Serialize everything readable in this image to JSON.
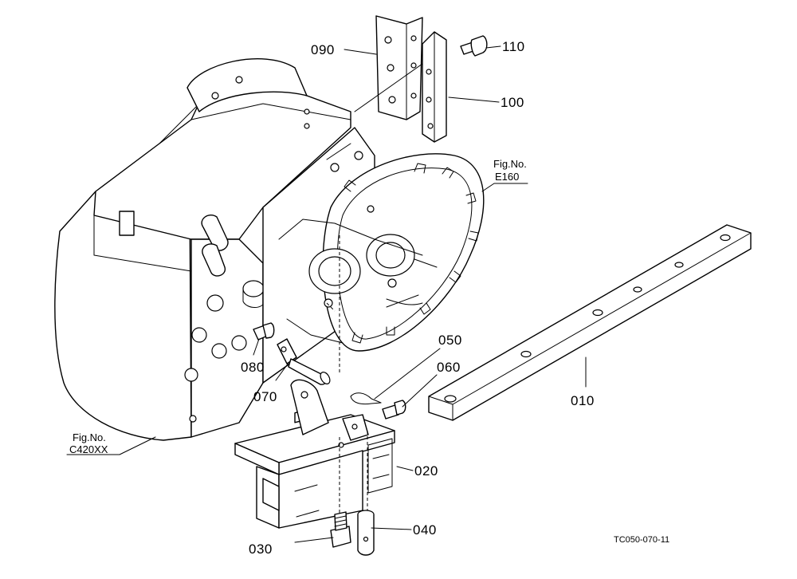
{
  "callouts": {
    "p010": "010",
    "p020": "020",
    "p030": "030",
    "p040": "040",
    "p050": "050",
    "p060": "060",
    "p070": "070",
    "p080": "080",
    "p090": "090",
    "p100": "100",
    "p110": "110"
  },
  "figure_refs": {
    "e160": {
      "line1": "Fig.No.",
      "line2": "E160"
    },
    "c420xx": {
      "line1": "Fig.No.",
      "line2": "C420XX"
    }
  },
  "drawing_code": "TC050-070-11"
}
